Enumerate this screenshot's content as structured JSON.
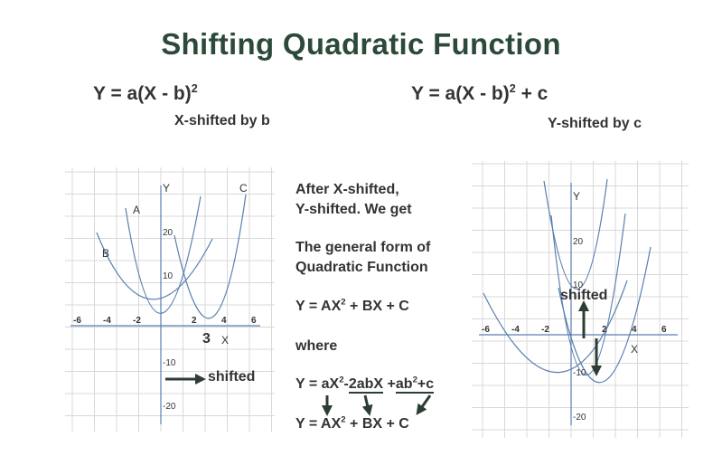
{
  "title": "Shifting Quadratic Function",
  "left_formula": {
    "pre": "Y = a(X - b)",
    "sup": "2"
  },
  "left_caption": "X-shifted by b",
  "right_formula": {
    "pre": "Y = a(X - b)",
    "sup": "2",
    "post": " + c"
  },
  "right_caption": "Y-shifted by c",
  "middle": {
    "line1": "After X-shifted,",
    "line2": "Y-shifted. We get",
    "line3": "The general form of",
    "line4": "Quadratic Function",
    "general": {
      "a": "Y = AX",
      "sup": "2",
      "b": " + BX + C"
    },
    "where": "where",
    "expanded": {
      "p1": "Y = aX",
      "s1": "2",
      "p2": "-",
      "p3": "2abX",
      "p4": " +",
      "p5": "ab",
      "s2": "2",
      "p6": "+c"
    },
    "final": {
      "a": "Y = AX",
      "sup": "2",
      "b": " + BX + C"
    }
  },
  "left_graph": {
    "x_ticks": [
      "-6",
      "-4",
      "-2",
      "2",
      "4",
      "6"
    ],
    "y_ticks": [
      "20",
      "10",
      "-10",
      "-20"
    ],
    "y_axis_label": "Y",
    "x_axis_label": "X",
    "curve_labels": [
      "A",
      "B",
      "C"
    ],
    "shift_amount": "3",
    "shift_label": "shifted"
  },
  "right_graph": {
    "x_ticks": [
      "-6",
      "-4",
      "-2",
      "2",
      "4",
      "6"
    ],
    "y_ticks": [
      "20",
      "10",
      "-10",
      "-20"
    ],
    "y_axis_label": "Y",
    "x_axis_label": "X",
    "shift_label": "shifted"
  },
  "colors": {
    "title": "#2c4a3a",
    "text": "#333333",
    "curve": "#5a7fb0",
    "axis": "#5a7fb0",
    "grid": "#d8d8d8",
    "arrow": "#2e3d33"
  }
}
